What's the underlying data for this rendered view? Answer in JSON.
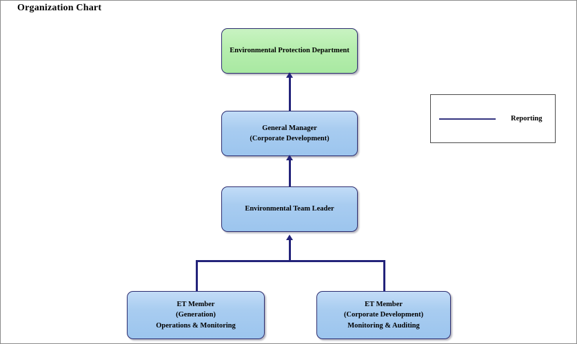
{
  "page": {
    "title": "Organization Chart",
    "border_color": "#8a8a8a",
    "background": "#ffffff"
  },
  "colors": {
    "connector": "#23237a",
    "legend_line": "#33337f",
    "node_border": "#2b2b6e",
    "green_fill": "#b6eeae",
    "blue_fill": "#a8ccf0"
  },
  "nodes": {
    "department": {
      "lines": [
        "Environmental Protection Department"
      ],
      "fill": "green"
    },
    "general_manager": {
      "lines": [
        "General Manager",
        "(Corporate Development)"
      ],
      "fill": "blue"
    },
    "team_leader": {
      "lines": [
        "Environmental Team Leader"
      ],
      "fill": "blue"
    },
    "et_member_generation": {
      "lines": [
        "ET Member",
        "(Generation)",
        "Operations & Monitoring"
      ],
      "fill": "blue"
    },
    "et_member_corporate": {
      "lines": [
        "ET Member",
        "(Corporate Development)",
        "Monitoring & Auditing"
      ],
      "fill": "blue"
    }
  },
  "legend": {
    "items": [
      {
        "label": "Reporting",
        "style": "line",
        "color": "#33337f"
      }
    ]
  }
}
